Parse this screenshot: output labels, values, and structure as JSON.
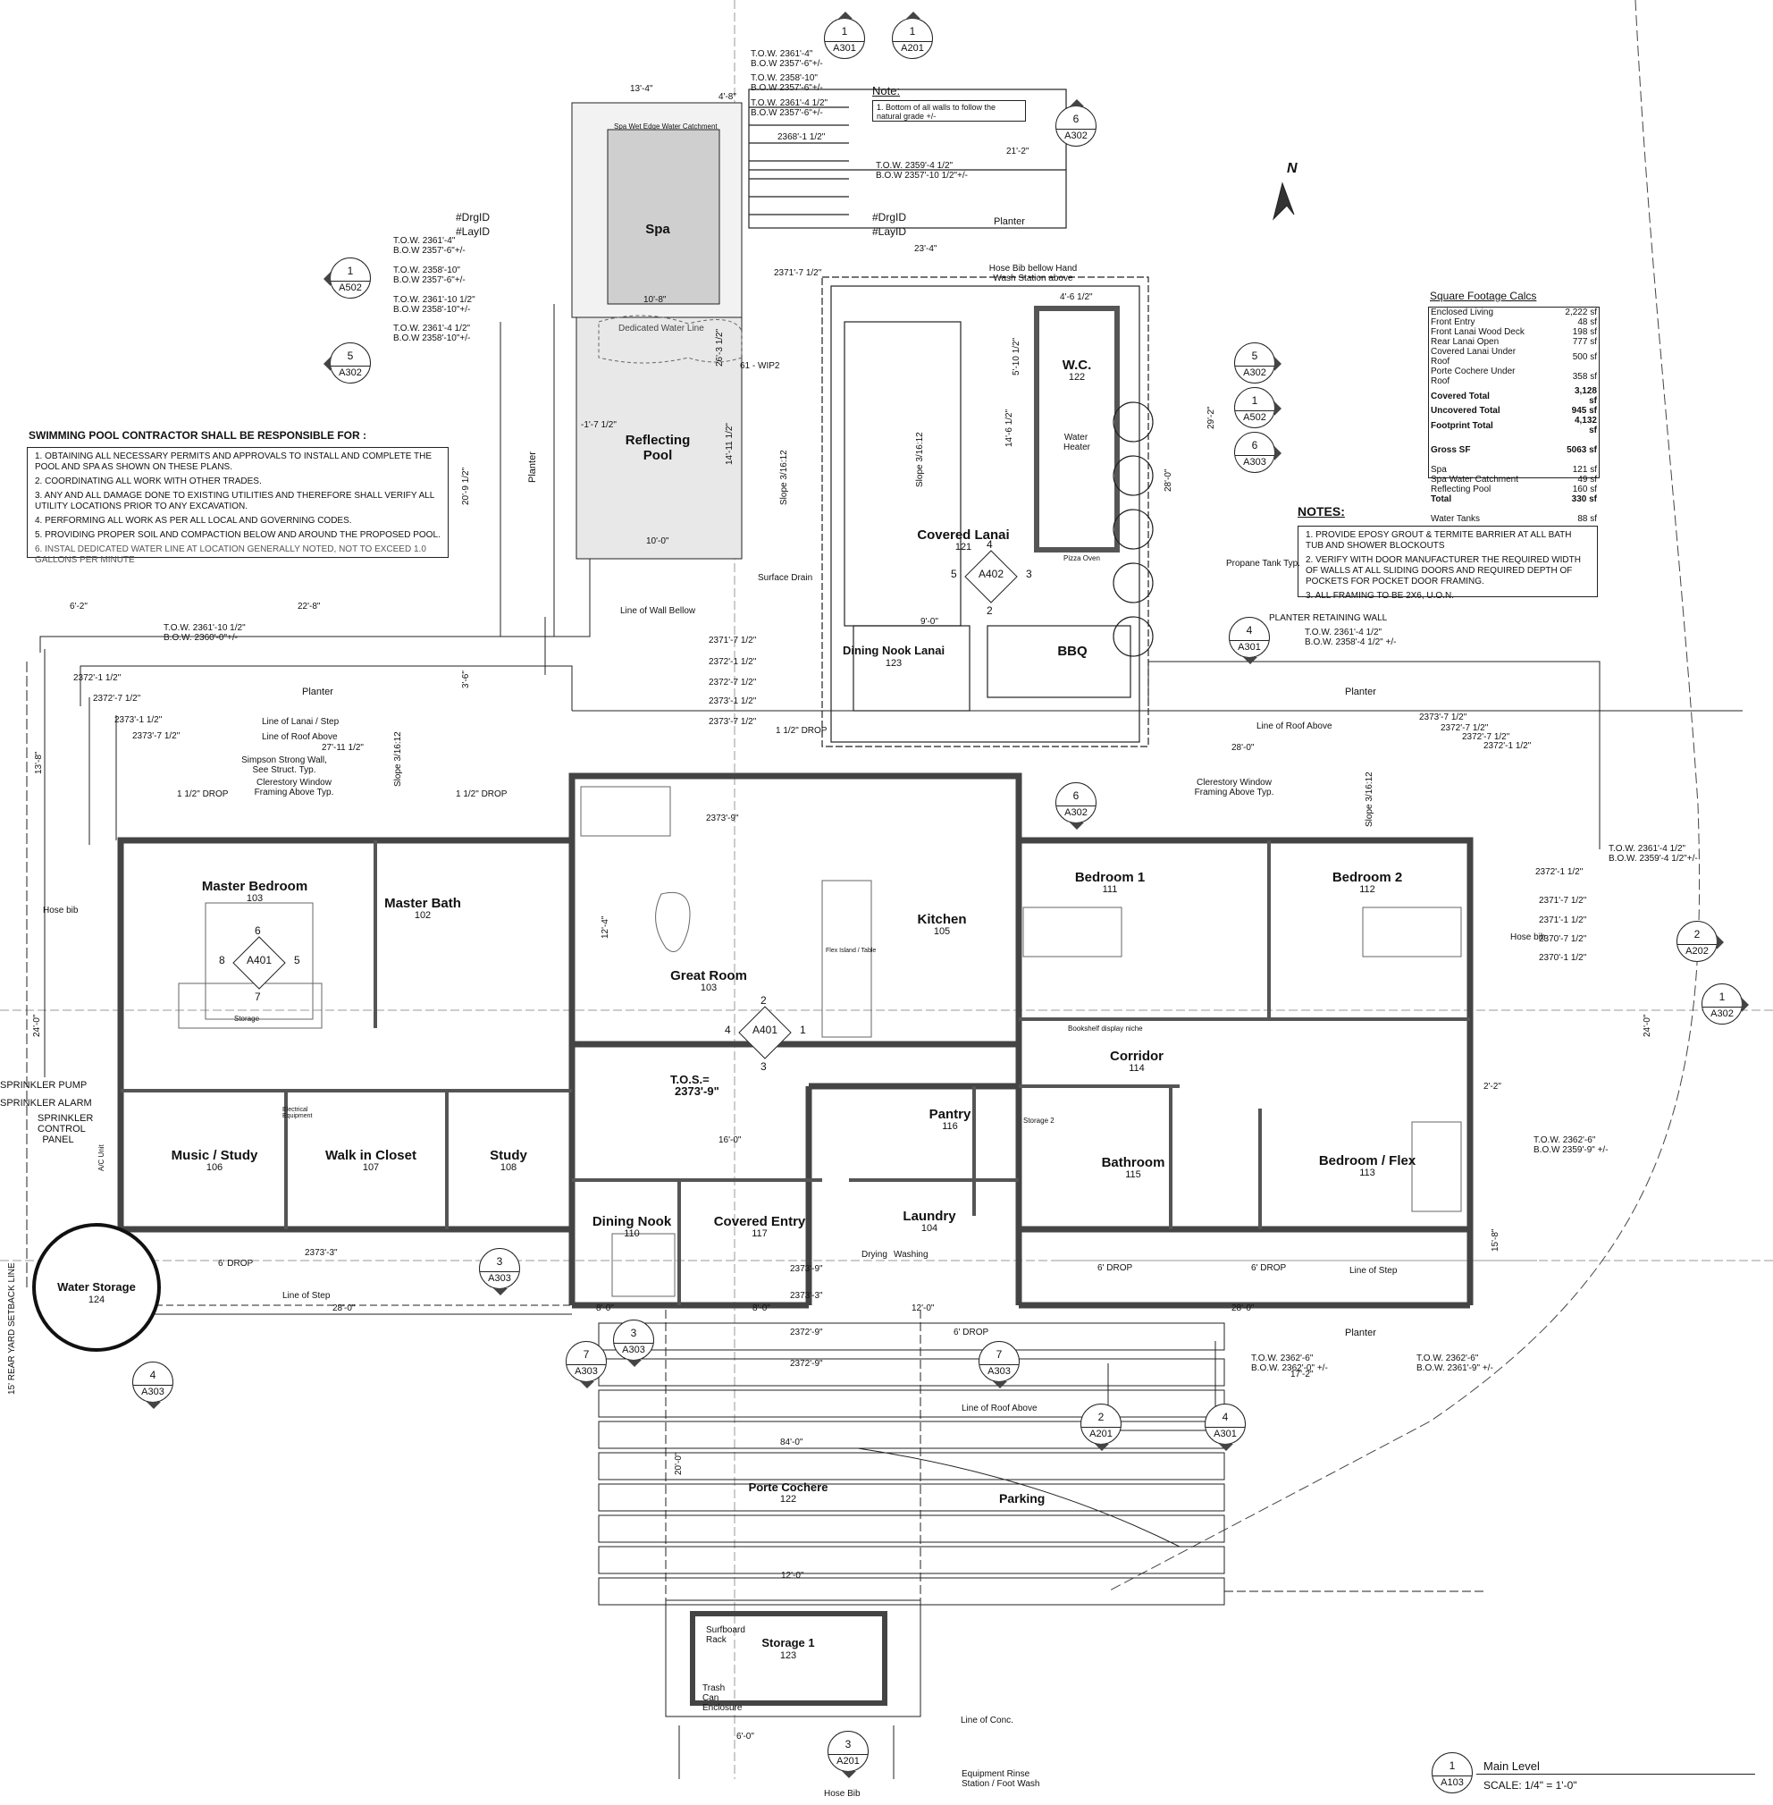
{
  "pool_contractor": {
    "title": "SWIMMING POOL CONTRACTOR SHALL BE RESPONSIBLE FOR :",
    "items": [
      "1. OBTAINING ALL NECESSARY PERMITS AND APPROVALS TO INSTALL AND COMPLETE THE POOL AND SPA AS SHOWN ON THESE PLANS.",
      "2. COORDINATING ALL WORK WITH OTHER TRADES.",
      "3. ANY AND ALL DAMAGE DONE TO EXISTING UTILITIES AND THEREFORE SHALL VERIFY ALL UTILITY LOCATIONS PRIOR TO ANY EXCAVATION.",
      "4. PERFORMING ALL WORK AS PER ALL LOCAL AND GOVERNING CODES.",
      "5. PROVIDING PROPER SOIL AND COMPACTION BELOW AND AROUND THE PROPOSED POOL.",
      "6. INSTAL DEDICATED WATER LINE AT LOCATION GENERALLY NOTED, NOT TO EXCEED 1.0 GALLONS PER MINUTE"
    ]
  },
  "top_note": {
    "title": "Note:",
    "text": "1. Bottom of all walls to follow the natural grade +/-"
  },
  "notes": {
    "title": "NOTES:",
    "items": [
      "1. PROVIDE EPOSY GROUT & TERMITE BARRIER AT ALL BATH TUB AND SHOWER BLOCKOUTS",
      "2. VERIFY WITH DOOR MANUFACTURER THE REQUIRED WIDTH OF WALLS AT ALL SLIDING DOORS AND REQUIRED DEPTH OF POCKETS FOR POCKET DOOR FRAMING.",
      "3. ALL FRAMING TO BE 2X6, U.O.N."
    ]
  },
  "sqft": {
    "title": "Square Footage Calcs",
    "rows": [
      {
        "label": "Enclosed Living",
        "value": "2,222 sf",
        "bold": false
      },
      {
        "label": "Front Entry",
        "value": "48 sf",
        "bold": false
      },
      {
        "label": "Front Lanai Wood Deck",
        "value": "198 sf",
        "bold": false
      },
      {
        "label": "Rear Lanai Open",
        "value": "777 sf",
        "bold": false
      },
      {
        "label": "Covered Lanai Under Roof",
        "value": "500 sf",
        "bold": false
      },
      {
        "label": "Porte Cochere Under Roof",
        "value": "358 sf",
        "bold": false
      },
      {
        "label": "Covered Total",
        "value": "3,128 sf",
        "bold": true
      },
      {
        "label": "Uncovered Total",
        "value": "945 sf",
        "bold": true
      },
      {
        "label": "Footprint Total",
        "value": "4,132 sf",
        "bold": true
      },
      {
        "label": "",
        "value": "",
        "bold": false
      },
      {
        "label": "Gross SF",
        "value": "5063 sf",
        "bold": true
      },
      {
        "label": "",
        "value": "",
        "bold": false
      },
      {
        "label": "Spa",
        "value": "121 sf",
        "bold": false
      },
      {
        "label": "Spa Water Catchment",
        "value": "49 sf",
        "bold": false
      },
      {
        "label": "Reflecting Pool",
        "value": "160 sf",
        "bold": false
      },
      {
        "label": "Total",
        "value": "330 sf",
        "bold": true
      },
      {
        "label": "",
        "value": "",
        "bold": false
      },
      {
        "label": "Water Tanks",
        "value": "88 sf",
        "bold": false
      }
    ]
  },
  "rooms": {
    "spa": {
      "name": "Spa"
    },
    "reflecting_pool": {
      "name": "Reflecting Pool"
    },
    "covered_lanai": {
      "name": "Covered Lanai",
      "num": "121"
    },
    "dining_nook_lanai": {
      "name": "Dining Nook Lanai",
      "num": "123"
    },
    "bbq": {
      "name": "BBQ"
    },
    "wc": {
      "name": "W.C.",
      "num": "122"
    },
    "master_bedroom": {
      "name": "Master Bedroom",
      "num": "103"
    },
    "master_bath": {
      "name": "Master Bath",
      "num": "102"
    },
    "great_room": {
      "name": "Great Room",
      "num": "103"
    },
    "kitchen": {
      "name": "Kitchen",
      "num": "105"
    },
    "bedroom1": {
      "name": "Bedroom 1",
      "num": "111"
    },
    "bedroom2": {
      "name": "Bedroom 2",
      "num": "112"
    },
    "corridor": {
      "name": "Corridor",
      "num": "114"
    },
    "music_study": {
      "name": "Music / Study",
      "num": "106"
    },
    "walk_in_closet": {
      "name": "Walk in Closet",
      "num": "107"
    },
    "study": {
      "name": "Study",
      "num": "108"
    },
    "dining_nook": {
      "name": "Dining Nook",
      "num": "110"
    },
    "covered_entry": {
      "name": "Covered Entry",
      "num": "117"
    },
    "pantry": {
      "name": "Pantry",
      "num": "116"
    },
    "laundry": {
      "name": "Laundry",
      "num": "104"
    },
    "bathroom": {
      "name": "Bathroom",
      "num": "115"
    },
    "bedroom_flex": {
      "name": "Bedroom / Flex",
      "num": "113"
    },
    "water_storage": {
      "name": "Water Storage",
      "num": "124"
    },
    "porte_cochere": {
      "name": "Porte Cochere",
      "num": "122"
    },
    "storage1": {
      "name": "Storage 1",
      "num": "123"
    }
  },
  "labels": {
    "planter_top": "Planter",
    "planter_left": "Planter",
    "planter_right": "Planter",
    "planter_bottom": "Planter",
    "planter_mid_left": "Planter",
    "parking": "Parking",
    "tos": "T.O.S.=",
    "tos_val": "2373'-9\"",
    "hose_bib_left": "Hose bib",
    "hose_bib_right": "Hose bib",
    "sprinkler_pump": "SPRINKLER PUMP",
    "sprinkler_alarm": "SPRINKLER ALARM",
    "sprinkler_panel": "SPRINKLER CONTROL PANEL",
    "rear_setback": "15' REAR YARD SETBACK LINE",
    "line_of_roof_above_1": "Line of Roof Above",
    "line_of_roof_above_2": "Line of Roof Above",
    "line_of_roof_above_3": "Line of Roof Above",
    "line_of_lanai": "Line of Lanai / Step",
    "simpson": "Simpson Strong Wall, See Struct. Typ.",
    "clerestory_l": "Clerestory Window Framing Above Typ.",
    "clerestory_r": "Clerestory Window Framing Above Typ.",
    "line_of_wall_bellow": "Line of Wall Bellow",
    "surface_drain": "Surface Drain",
    "dedicated_water_line": "Dedicated Water Line",
    "propane": "Propane Tank Typ.",
    "planter_retaining": "PLANTER RETAINING WALL",
    "hose_bib_bellow": "Hose Bib bellow Hand Wash Station above",
    "spa_wet_edge": "Spa Wet Edge Water Catchment",
    "line_of_step_l": "Line of Step",
    "line_of_step_r": "Line of Step",
    "line_of_conc": "Line of Conc.",
    "equip_rinse": "Equipment Rinse Station / Foot Wash",
    "hose_bib_bottom": "Hose Bib",
    "six_drop_l": "6' DROP",
    "six_drop_m": "6' DROP",
    "six_drop_r": "6' DROP",
    "six_drop_r2": "6' DROP",
    "drop_l": "1 1/2\" DROP",
    "drop_m": "1 1/2\" DROP",
    "drop_top": "1 1/2\" DROP",
    "drgid_1": "#DrgID",
    "layid_1": "#LayID",
    "drgid_2": "#DrgID",
    "layid_2": "#LayID",
    "wip": "61 - WIP2",
    "surfboard": "Surfboard Rack",
    "trash": "Trash Can Enclosure",
    "drying": "Drying",
    "washing": "Washing",
    "water_heater": "Water Heater",
    "pizza_oven": "Pizza Oven",
    "storage_m": "Storage",
    "storage_2": "Storage 2",
    "bookshelf": "Bookshelf display niche",
    "ac_unit": "A/C Unit",
    "electrical": "Electrical Equipment",
    "slope_1": "Slope 3/16:12",
    "slope_2": "Slope 3/16:12",
    "slope_3": "Slope 3/16:12",
    "slope_4": "Slope 3/16:12",
    "flex_island": "Flex Island / Table",
    "n_arrow": "N"
  },
  "elevations": [
    {
      "t": "T.O.W. 2361'-4\"",
      "b": "B.O.W 2357'-6\"+/-"
    },
    {
      "t": "T.O.W. 2358'-10\"",
      "b": "B.O.W 2357'-6\"+/-"
    },
    {
      "t": "T.O.W. 2361'-4 1/2\"",
      "b": "B.O.W 2357'-6\"+/-"
    },
    {
      "t": "2368'-1 1/2\"",
      "b": ""
    },
    {
      "t": "T.O.W. 2359'-4 1/2\"",
      "b": "B.O.W 2357'-10 1/2\"+/-"
    },
    {
      "t": "T.O.W. 2361'-4\"",
      "b": "B.O.W 2357'-6\"+/-"
    },
    {
      "t": "T.O.W. 2358'-10\"",
      "b": "B.O.W 2357'-6\"+/-"
    },
    {
      "t": "T.O.W. 2361'-10 1/2\"",
      "b": "B.O.W 2358'-10\"+/-"
    },
    {
      "t": "T.O.W. 2361'-4 1/2\"",
      "b": "B.O.W 2358'-10\"+/-"
    },
    {
      "t": "T.O.W. 2361'-10 1/2\"",
      "b": "B.O.W. 2360'-0\"+/-"
    },
    {
      "t": "T.O.W. 2361'-4 1/2\"",
      "b": "B.O.W. 2358'-4 1/2\" +/-"
    },
    {
      "t": "T.O.W. 2361'-4 1/2\"",
      "b": "B.O.W. 2359'-4 1/2\"+/-"
    },
    {
      "t": "T.O.W. 2362'-6\"",
      "b": "B.O.W 2359'-9\" +/-"
    },
    {
      "t": "T.O.W. 2362'-6\"",
      "b": "B.O.W. 2362'-0\" +/-"
    },
    {
      "t": "T.O.W. 2362'-6\"",
      "b": "B.O.W. 2361'-9\" +/-"
    }
  ],
  "spot_elevations_left": [
    "2372'-1 1/2\"",
    "2372'-7 1/2\"",
    "2373'-1 1/2\"",
    "2373'-7 1/2\""
  ],
  "spot_elevations_mid": [
    "2371'-7 1/2\"",
    "2372'-1 1/2\"",
    "2372'-7 1/2\"",
    "2373'-1 1/2\"",
    "2373'-7 1/2\""
  ],
  "spot_elevations_right_top": [
    "2373'-7 1/2\"",
    "2372'-7 1/2\"",
    "2372'-7 1/2\"",
    "2372'-1 1/2\""
  ],
  "spot_elevations_right": [
    "2372'-1 1/2\"",
    "2371'-7 1/2\"",
    "2371'-1 1/2\"",
    "2370'-7 1/2\"",
    "2370'-1 1/2\""
  ],
  "spot_elevations_bottom": [
    "2373'-3\"",
    "2373'-9\"",
    "2373'-3\"",
    "2372'-9\"",
    "2372'-9\"",
    "2373'-9\""
  ],
  "spot_2371_top": "2371'-7 1/2\"",
  "dims": {
    "d_13_4": "13'-4\"",
    "d_4_8": "4'-8\"",
    "d_21_2": "21'-2\"",
    "d_23_4": "23'-4\"",
    "d_10_8": "10'-8\"",
    "d_10_0": "10'-0\"",
    "d_20_9": "20'-9 1/2\"",
    "d_14_11": "14'-11 1/2\"",
    "d_6_2": "6'-2\"",
    "d_22_8": "22'-8\"",
    "d_3_6": "3'-6\"",
    "d_13_8": "13'-8\"",
    "d_27_11": "27'-11 1/2\"",
    "d_28_0a": "28'-0\"",
    "d_28_0b": "28'-0\"",
    "d_28_0c": "28'-0\"",
    "d_24_0a": "24'-0\"",
    "d_24_0b": "24'-0\"",
    "d_84_0": "84'-0\"",
    "d_16_0": "16'-0\"",
    "d_12_0": "12'-0\"",
    "d_6_0": "6'-0\"",
    "d_20_0": "20'-0\"",
    "d_9_0": "9'-0\"",
    "d_8_0a": "8'-0\"",
    "d_8_0b": "8'-0\"",
    "d_12_0b": "12'-0\"",
    "d_17_2": "17'-2\"",
    "d_15_8": "15'-8\"",
    "d_12_4": "12'-4\"",
    "d_29_2": "29'-2\"",
    "d_28_0v": "28'-0\"",
    "d_5_10": "5'-10 1/2\"",
    "d_14_6": "14'-6 1/2\"",
    "d_4_6": "4'-6 1/2\"",
    "d_2_2": "2'-2\"",
    "d_1_7": "-1'-7 1/2\"",
    "d_26_3": "26'-3 1/2\""
  },
  "markers": [
    {
      "top": "1",
      "bot": "A301"
    },
    {
      "top": "1",
      "bot": "A201"
    },
    {
      "top": "6",
      "bot": "A302"
    },
    {
      "top": "1",
      "bot": "A502"
    },
    {
      "top": "5",
      "bot": "A302"
    },
    {
      "top": "5",
      "bot": "A302"
    },
    {
      "top": "1",
      "bot": "A502"
    },
    {
      "top": "6",
      "bot": "A303"
    },
    {
      "top": "4",
      "bot": "A301"
    },
    {
      "top": "6",
      "bot": "A302"
    },
    {
      "top": "2",
      "bot": "A202"
    },
    {
      "top": "1",
      "bot": "A302"
    },
    {
      "top": "3",
      "bot": "A303"
    },
    {
      "top": "4",
      "bot": "A303"
    },
    {
      "top": "7",
      "bot": "A303"
    },
    {
      "top": "3",
      "bot": "A303"
    },
    {
      "top": "7",
      "bot": "A303"
    },
    {
      "top": "2",
      "bot": "A201"
    },
    {
      "top": "4",
      "bot": "A301"
    },
    {
      "top": "3",
      "bot": "A201"
    },
    {
      "top": "1",
      "bot": "A103"
    }
  ],
  "interior_elev": [
    {
      "label": "A401",
      "n": "6",
      "s": "7",
      "w": "8",
      "e": "5"
    },
    {
      "label": "A401",
      "n": "2",
      "s": "3",
      "w": "4",
      "e": "1"
    },
    {
      "label": "A402",
      "n": "4",
      "s": "2",
      "w": "5",
      "e": "3"
    }
  ],
  "title_block": {
    "name": "Main Level",
    "scale": "SCALE: 1/4\"   =   1'-0\""
  },
  "colors": {
    "line": "#222222",
    "wall": "#555555",
    "pool": "#d9d9d9",
    "paper": "#ffffff"
  }
}
